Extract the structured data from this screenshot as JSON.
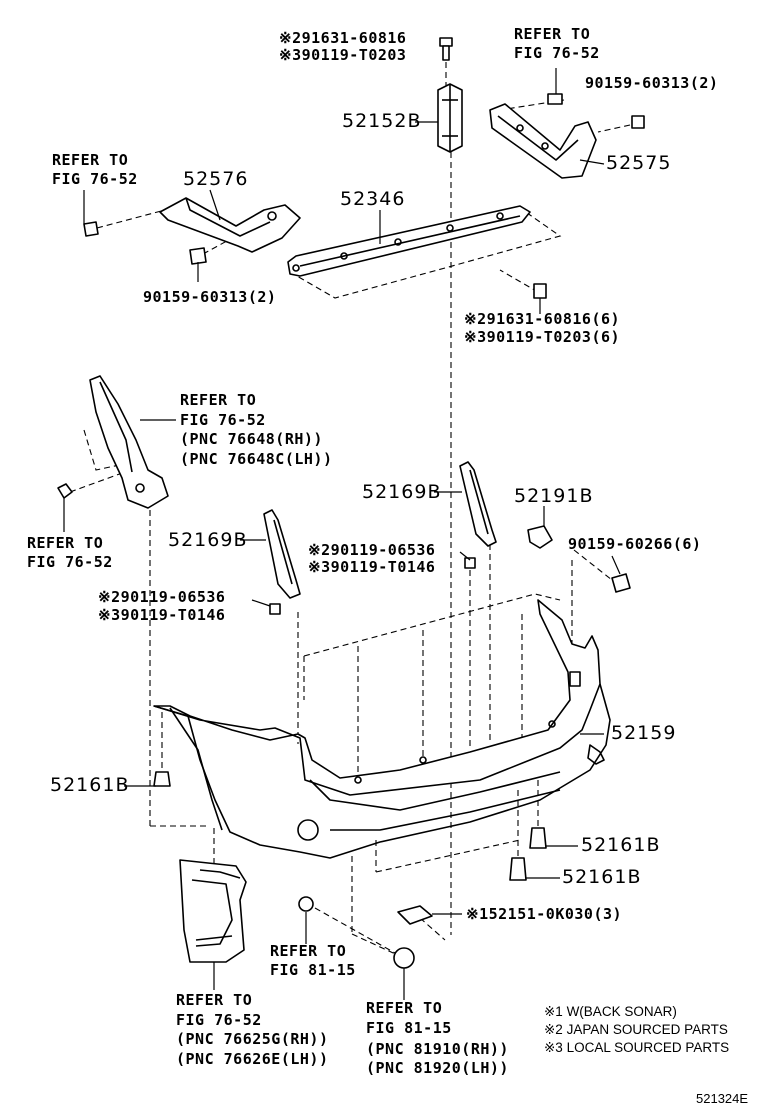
{
  "labels": {
    "top_bolt_a": "※291631-60816",
    "top_bolt_b": "※390119-T0203",
    "p52152b": "52152B",
    "refer_fig7652_tr_1": "REFER TO",
    "refer_fig7652_tr_2": "FIG 76-52",
    "screw_60313_right": "90159-60313(2)",
    "p52575": "52575",
    "refer_fig7652_tl_1": "REFER TO",
    "refer_fig7652_tl_2": "FIG 76-52",
    "p52576": "52576",
    "p52346": "52346",
    "screw_60313_left": "90159-60313(2)",
    "mid_bolt_a": "※291631-60816(6)",
    "mid_bolt_b": "※390119-T0203(6)",
    "liner_ref_1": "REFER TO",
    "liner_ref_2": "FIG 76-52",
    "liner_ref_3": "(PNC 76648(RH))",
    "liner_ref_4": "(PNC 76648C(LH))",
    "refer_fig7652_l_1": "REFER TO",
    "refer_fig7652_l_2": "FIG 76-52",
    "p52169b_right": "52169B",
    "p52191b": "52191B",
    "p52169b_left": "52169B",
    "bolt_06536_right": "※290119-06536",
    "bolt_t0146_right": "※390119-T0146",
    "screw_60266": "90159-60266(6)",
    "bolt_06536_left": "※290119-06536",
    "bolt_t0146_left": "※390119-T0146",
    "p52159": "52159",
    "p52161b_left": "52161B",
    "p52161b_r1": "52161B",
    "p52161b_r2": "52161B",
    "p52151": "※152151-0K030(3)",
    "refer_fig8115_mid_1": "REFER TO",
    "refer_fig8115_mid_2": "FIG 81-15",
    "mudguard_ref_1": "REFER TO",
    "mudguard_ref_2": "FIG 76-52",
    "mudguard_ref_3": "(PNC 76625G(RH))",
    "mudguard_ref_4": "(PNC 76626E(LH))",
    "sensor_ref_1": "REFER TO",
    "sensor_ref_2": "FIG 81-15",
    "sensor_ref_3": "(PNC 81910(RH))",
    "sensor_ref_4": "(PNC 81920(LH))"
  },
  "legend": {
    "note1": "※1 W(BACK SONAR)",
    "note2": "※2 JAPAN SOURCED PARTS",
    "note3": "※3 LOCAL SOURCED PARTS"
  },
  "illustration_code": "521324E"
}
